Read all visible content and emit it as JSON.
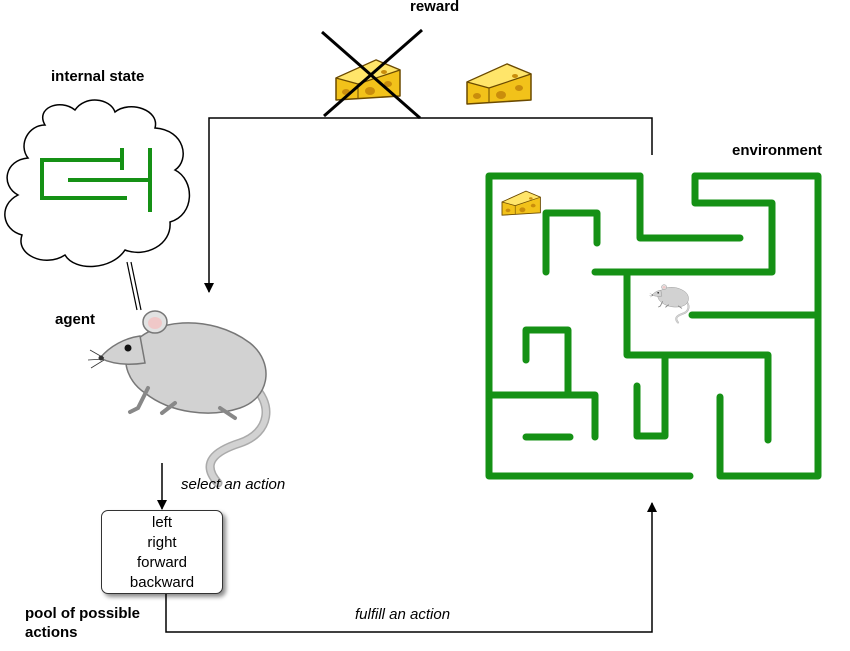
{
  "labels": {
    "reward": "reward",
    "internal_state": "internal state",
    "environment": "environment",
    "agent": "agent",
    "select_action": "select an action",
    "fulfill_action": "fulfill an action",
    "pool_line1": "pool of possible",
    "pool_line2": "actions"
  },
  "actions": [
    "left",
    "right",
    "forward",
    "backward"
  ],
  "colors": {
    "maze": "#159115",
    "cheese": "#f2c21a",
    "cheese_hole": "#c98d0c",
    "mouse": "#d2d2d2",
    "line": "#000000"
  },
  "icons": {
    "crossed_cheese": "cheese-crossed-icon",
    "cheese": "cheese-icon",
    "agent": "mouse-icon",
    "thought": "thought-cloud-icon",
    "maze": "maze-icon"
  }
}
